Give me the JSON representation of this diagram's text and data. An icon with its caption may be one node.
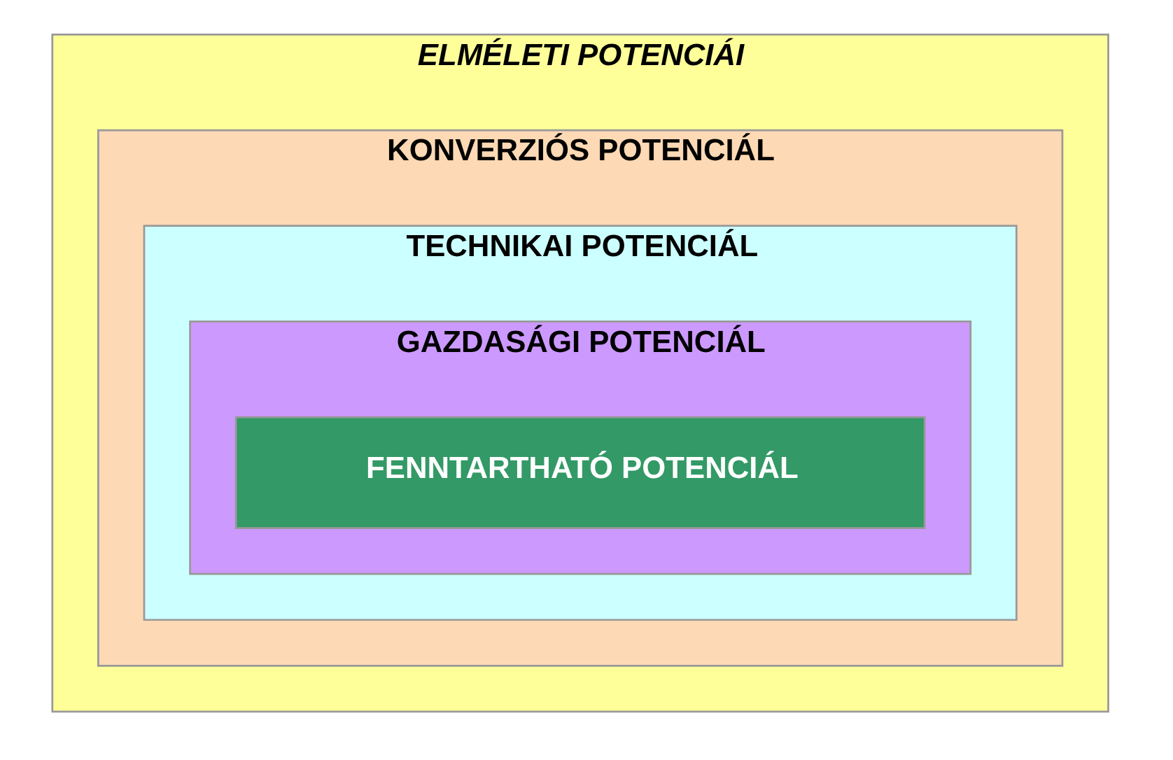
{
  "diagram": {
    "nodes": [
      {
        "text": [
          "ELMÉLETI POTENCIÁI"
        ]
      },
      {
        "text": [
          "KONVERZIÓS POTENCIÁL"
        ],
        "in": 0
      },
      {
        "text": [
          "TECHNIKAI POTENCIÁL"
        ],
        "in": 1
      },
      {
        "text": [
          "GAZDASÁGI POTENCIÁL"
        ],
        "in": 2
      },
      {
        "text": [
          "FENNTARTHATÓ POTENCIÁL"
        ],
        "in": 3
      }
    ]
  }
}
